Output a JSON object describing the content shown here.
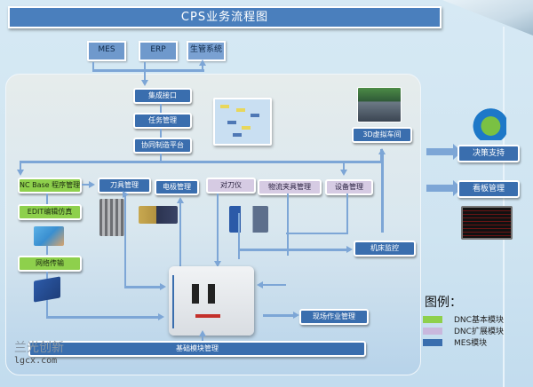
{
  "title": "CPS业务流程图",
  "external_systems": [
    "MES",
    "ERP",
    "生管系统"
  ],
  "core_chain": [
    "集成接口",
    "任务管理",
    "协同制造平台"
  ],
  "dnc_basic": [
    "NC Base 程序管理",
    "EDIT编辑仿真",
    "网络传输"
  ],
  "mes_modules": {
    "tool_mgmt": "刀具管理",
    "electrode_mgmt": "电极管理",
    "virtual_3d": "3D虚拟车间",
    "machine_monitor": "机床监控",
    "field_ops": "现场作业管理",
    "base_module": "基础模块管理",
    "decision_support": "决策支持",
    "kanban": "看板管理"
  },
  "dnc_extension": [
    "对刀仪",
    "物流夹具管理",
    "设备管理"
  ],
  "legend": {
    "title": "图例：",
    "items": [
      {
        "label": "DNC基本模块",
        "color": "#8ed04c"
      },
      {
        "label": "DNC扩展模块",
        "color": "#d6cbe3"
      },
      {
        "label": "MES模块",
        "color": "#3a6eae"
      }
    ]
  },
  "watermark": {
    "name": "兰光创新",
    "url": "lgcx.com"
  },
  "images": {
    "flow_screenshot": "flowchart-screenshot",
    "virtual_workshop": "3d-workshop-image",
    "decision_chart": "pie-chart-image",
    "kanban_screen": "kanban-display",
    "tools": "cutting-tools-image",
    "electrode": "electrode-image",
    "presetter": "tool-presetter-image",
    "cam_sim": "simulation-image",
    "network_device": "network-device-image",
    "machine": "cnc-machine-image"
  }
}
